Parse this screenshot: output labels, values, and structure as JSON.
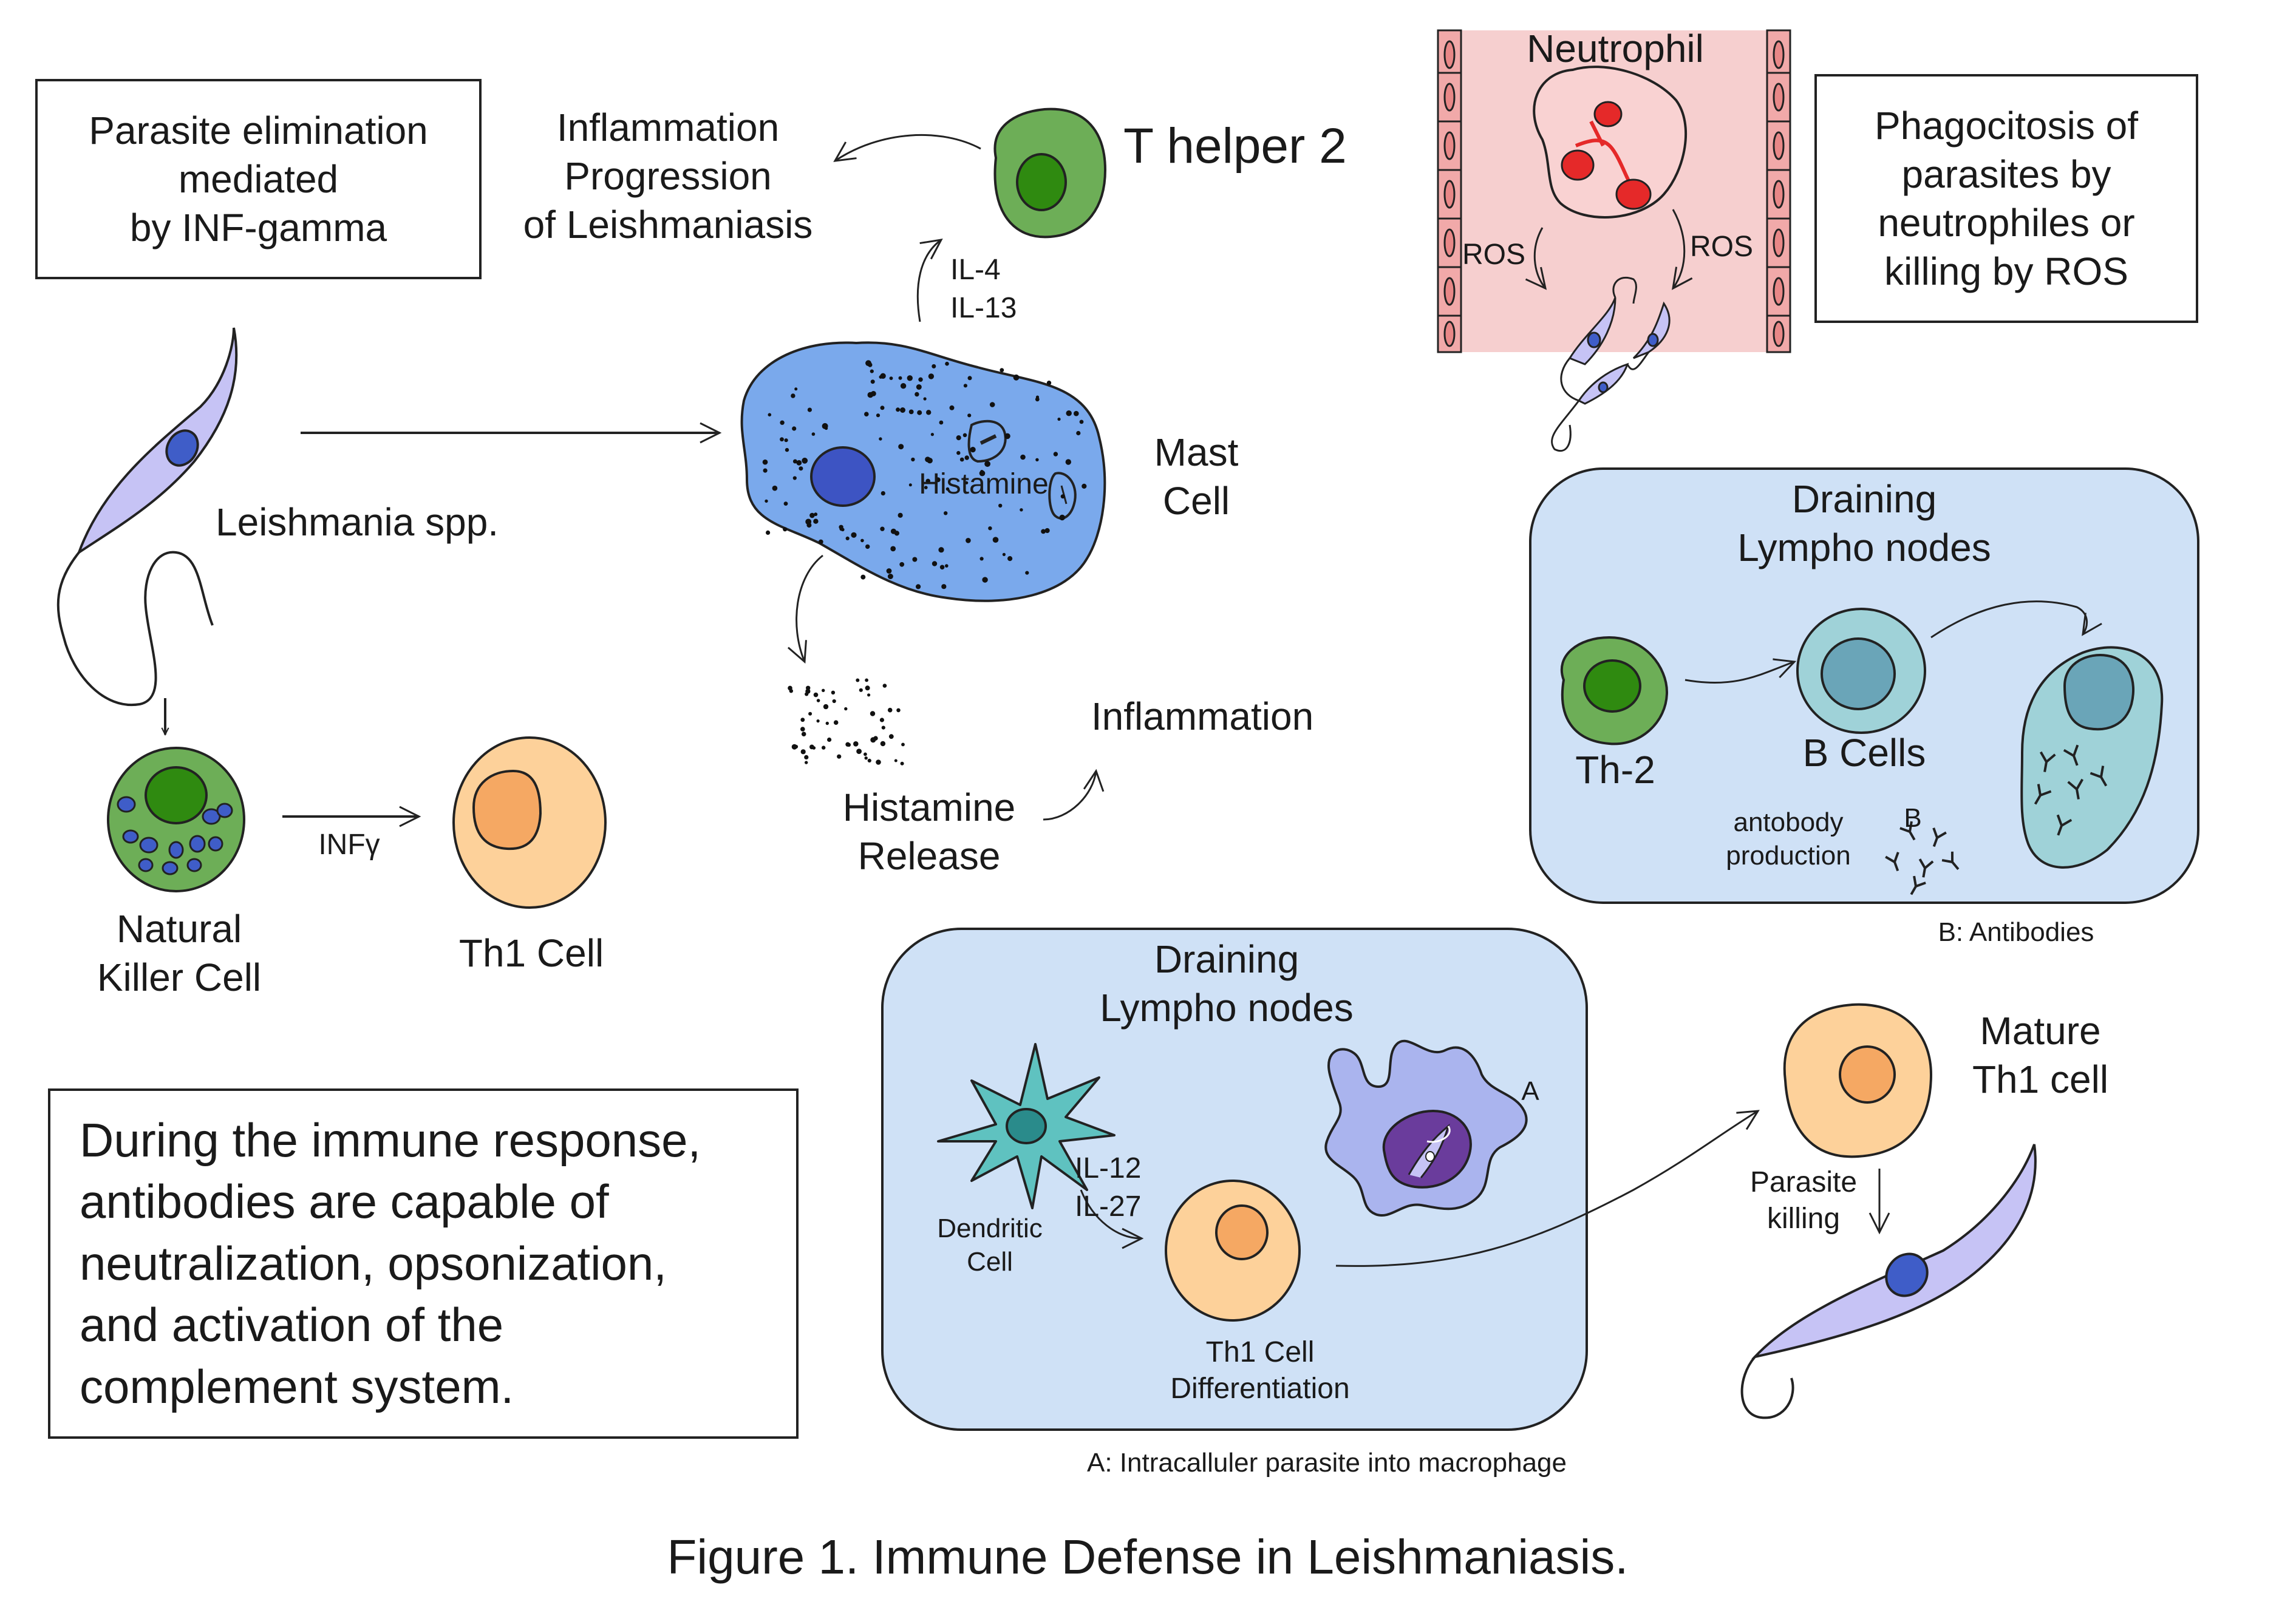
{
  "boxes": {
    "parasite_elimination": "Parasite elimination\nmediated\nby INF-gamma",
    "phagocytosis": "Phagocitosis of\nparasites by\nneutrophiles or\nkilling by ROS",
    "immune_response": "During the immune response,\nantibodies are capable of\nneutralization, opsonization,\nand activation of the\ncomplement system."
  },
  "labels": {
    "inflammation_progression": "Inflammation\nProgression\nof Leishmaniasis",
    "t_helper_2": "T helper 2",
    "il4": "IL-4",
    "il13": "IL-13",
    "leishmania": "Leishmania spp.",
    "mast_cell": "Mast\nCell",
    "histamine": "Histamine",
    "histamine_release": "Histamine\nRelease",
    "inflammation": "Inflammation",
    "nk_cell": "Natural\nKiller Cell",
    "infg": "INFγ",
    "th1_cell": "Th1 Cell",
    "neutrophil": "Neutrophil",
    "ros_left": "ROS",
    "ros_right": "ROS",
    "draining_top": "Draining\nLympho nodes",
    "th2": "Th-2",
    "b_cells": "B Cells",
    "antibody_production": "antobody\nproduction",
    "b_marker": "B",
    "b_antibodies": "B: Antibodies",
    "draining_bottom": "Draining\nLympho nodes",
    "dendritic_cell": "Dendritic\nCell",
    "il12": "IL-12",
    "il27": "IL-27",
    "th1_differentiation": "Th1 Cell\nDifferentiation",
    "a_marker": "A",
    "a_intracellular": "A: Intracalluler parasite into macrophage",
    "mature_th1": "Mature\nTh1 cell",
    "parasite_killing": "Parasite\nkilling",
    "figure_caption": "Figure 1. Immune Defense in Leishmaniasis."
  },
  "colors": {
    "th2_green": "#6dae57",
    "th2_nucleus": "#2f8a10",
    "parasite_lavender": "#c6c3f5",
    "parasite_nucleus": "#3f5dc8",
    "mast_blue": "#7aa9ec",
    "mast_nucleus": "#3d54c3",
    "th1_orange": "#fdd19a",
    "th1_nucleus": "#f5a863",
    "lymph_bg": "#cfe1f6",
    "bcell_teal": "#9fd2d8",
    "bcell_nucleus": "#6aa5b8",
    "dendritic_teal": "#5fc2c0",
    "macrophage_lavender": "#aab4ee",
    "macrophage_core": "#6a3c9c",
    "vessel_pink": "#f4c4c4",
    "neutrophil_pink": "#f9d2d2",
    "neutrophil_nucleus": "#e52929"
  },
  "icons": [
    "leishmania-parasite-icon",
    "mast-cell-icon",
    "t-helper-cell-icon",
    "neutrophil-icon",
    "natural-killer-cell-icon",
    "dendritic-cell-icon",
    "macrophage-icon",
    "plasma-cell-icon",
    "antibody-icon"
  ]
}
